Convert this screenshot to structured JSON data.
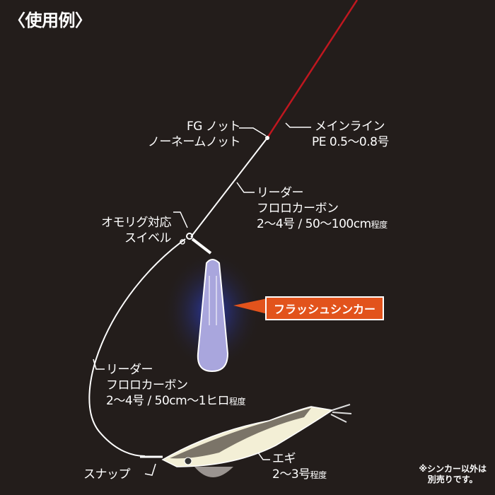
{
  "title": "〈使用例〉",
  "labels": {
    "knot1": "FG ノット",
    "knot2": "ノーネームノット",
    "main1": "メインライン",
    "main2": "PE 0.5〜0.8号",
    "leader1_1": "リーダー",
    "leader1_2": "フロロカーボン",
    "leader1_3": "2〜4号 / 50〜100cm",
    "leader1_suffix": "程度",
    "swivel1": "オモリグ対応",
    "swivel2": "スイベル",
    "sinker": "フラッシュシンカー",
    "leader2_1": "リーダー",
    "leader2_2": "フロロカーボン",
    "leader2_3": "2〜4号 / 50cm〜1ヒロ",
    "leader2_suffix": "程度",
    "egi1": "エギ",
    "egi2": "2〜3号",
    "egi_suffix": "程度",
    "snap": "スナップ",
    "note1": "※シンカー以外は",
    "note2": "別売りです。"
  },
  "colors": {
    "background": "#231d1b",
    "main_line": "#c0171f",
    "badge": "#e2531c",
    "sinker": "#a9a6dd"
  }
}
